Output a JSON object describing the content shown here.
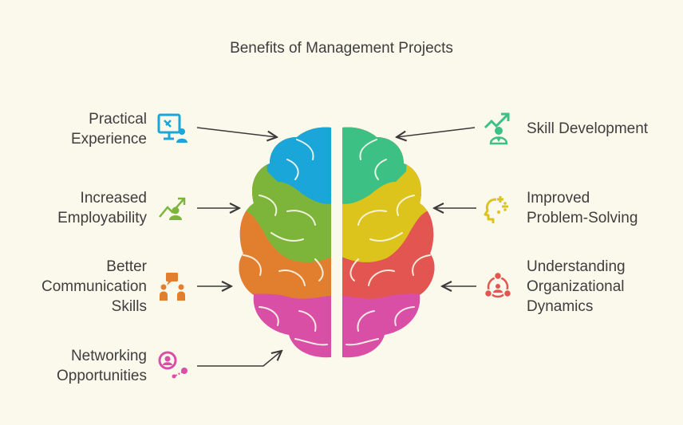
{
  "title": "Benefits of Management Projects",
  "colors": {
    "blue": "#1aa6d9",
    "green": "#7db53a",
    "orange": "#e27f2e",
    "pink": "#d94fa6",
    "teal": "#3cc083",
    "yellow": "#dcc41c",
    "red": "#e25550",
    "arrow": "#3a3a3a",
    "background": "#fbf9ec"
  },
  "left_items": [
    {
      "lines": [
        "Practical",
        "Experience"
      ],
      "icon": "computer-user-icon",
      "color": "#1aa6d9"
    },
    {
      "lines": [
        "Increased",
        "Employability"
      ],
      "icon": "person-growth-icon",
      "color": "#7db53a"
    },
    {
      "lines": [
        "Better",
        "Communication",
        "Skills"
      ],
      "icon": "people-chat-icon",
      "color": "#e27f2e"
    },
    {
      "lines": [
        "Networking",
        "Opportunities"
      ],
      "icon": "person-network-icon",
      "color": "#d94fa6"
    }
  ],
  "right_items": [
    {
      "lines": [
        "Skill Development"
      ],
      "icon": "person-chart-up-icon",
      "color": "#3cc083"
    },
    {
      "lines": [
        "Improved",
        "Problem-Solving"
      ],
      "icon": "head-plus-minus-icon",
      "color": "#dcc41c"
    },
    {
      "lines": [
        "Understanding",
        "Organizational",
        "Dynamics"
      ],
      "icon": "org-circle-icon",
      "color": "#e25550"
    }
  ]
}
